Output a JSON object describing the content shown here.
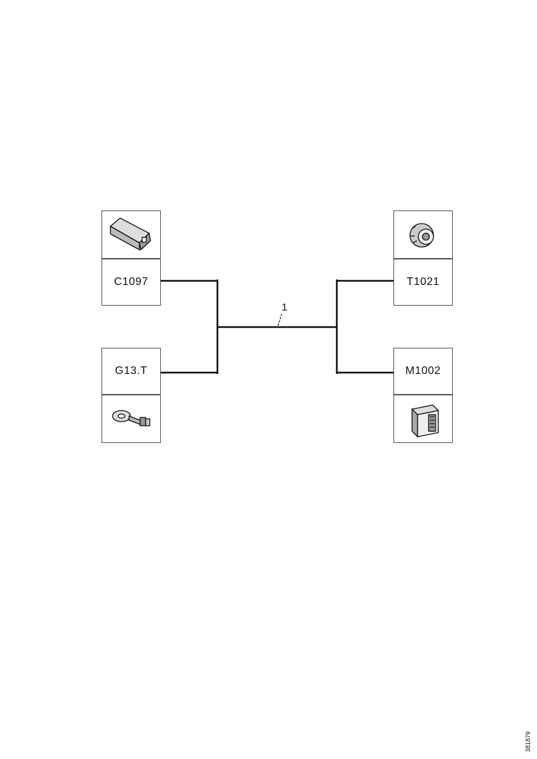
{
  "components": {
    "c1097": {
      "label": "C1097",
      "icon": "connector-block-icon"
    },
    "g13t": {
      "label": "G13.T",
      "icon": "ring-terminal-icon"
    },
    "t1021": {
      "label": "T1021",
      "icon": "round-connector-icon"
    },
    "m1002": {
      "label": "M1002",
      "icon": "motor-connector-icon"
    }
  },
  "wire": {
    "label": "1"
  },
  "document_number": "381879",
  "colors": {
    "line": "#111111",
    "box_border": "#555555"
  }
}
